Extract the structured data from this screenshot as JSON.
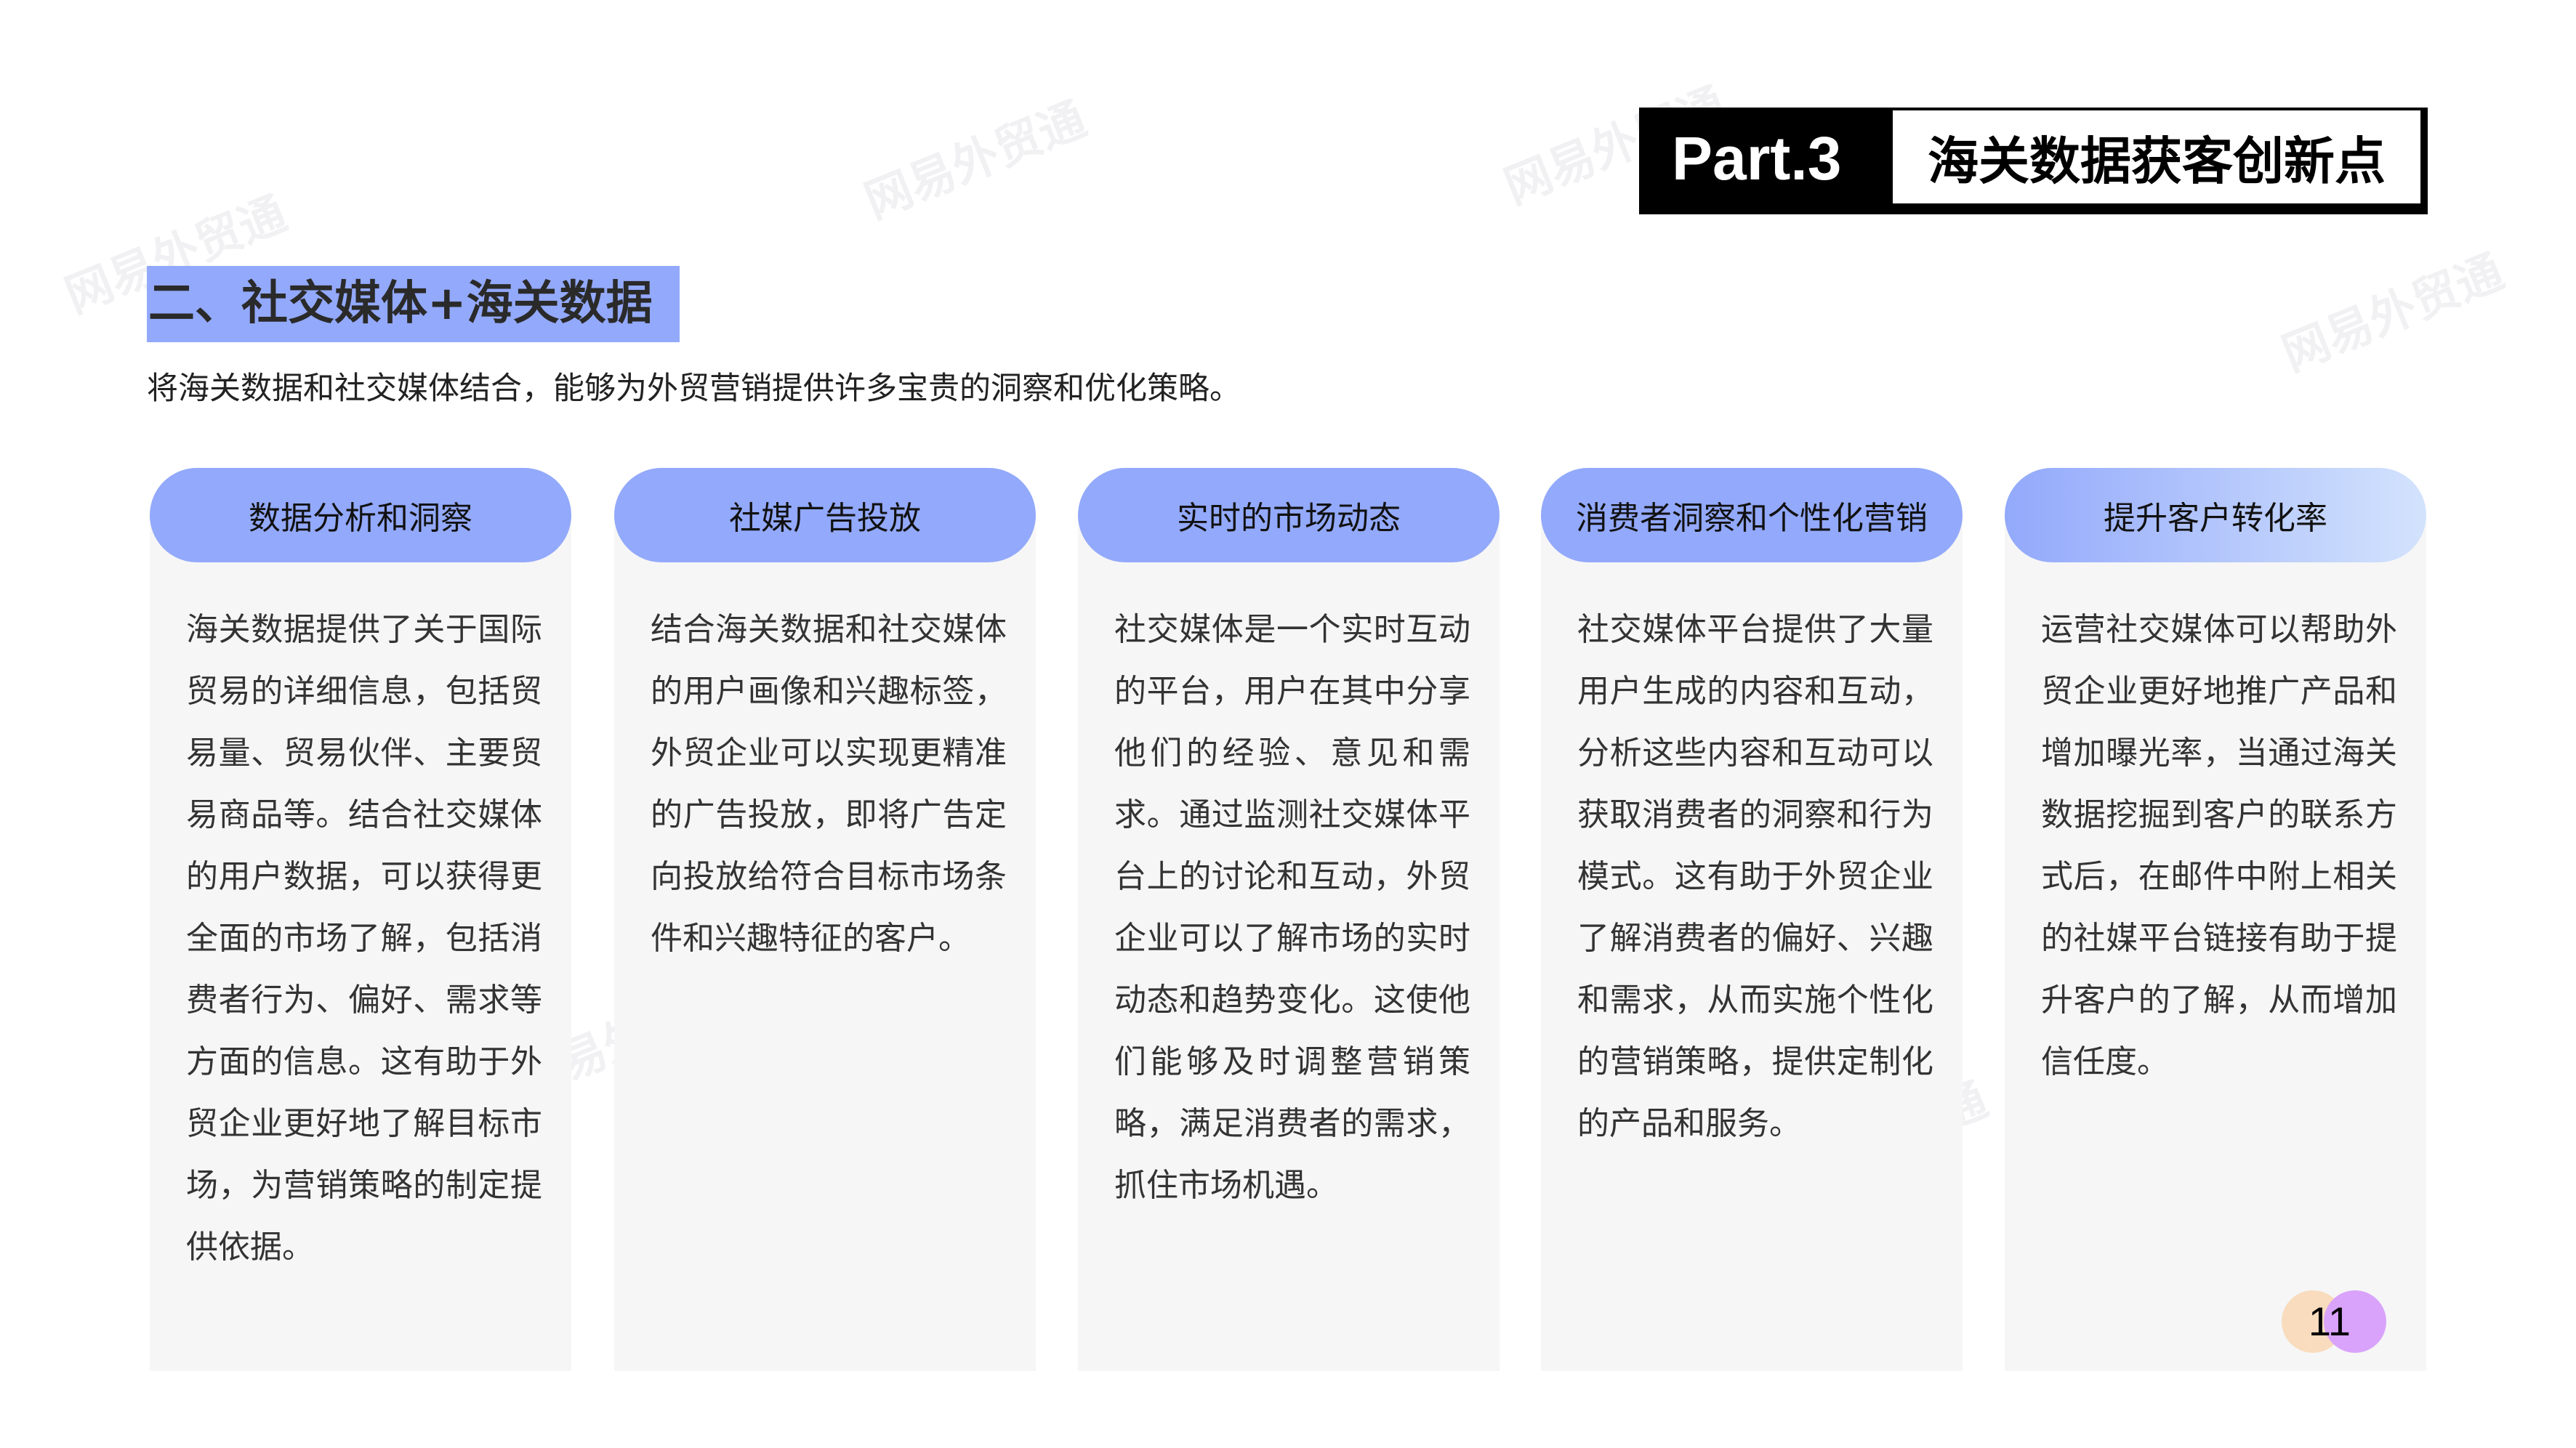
{
  "watermark": "网易外贸通",
  "header": {
    "part_label": "Part.3",
    "part_title": "海关数据获客创新点"
  },
  "section": {
    "title": "二、社交媒体+海关数据",
    "subtitle": "将海关数据和社交媒体结合，能够为外贸营销提供许多宝贵的洞察和优化策略。"
  },
  "cards": [
    {
      "title": "数据分析和洞察",
      "text": "海关数据提供了关于国际贸易的详细信息，包括贸易量、贸易伙伴、主要贸易商品等。结合社交媒体的用户数据，可以获得更全面的市场了解，包括消费者行为、偏好、需求等方面的信息。这有助于外贸企业更好地了解目标市场，为营销策略的制定提供依据。"
    },
    {
      "title": "社媒广告投放",
      "text": "结合海关数据和社交媒体的用户画像和兴趣标签，外贸企业可以实现更精准的广告投放，即将广告定向投放给符合目标市场条件和兴趣特征的客户。"
    },
    {
      "title": "实时的市场动态",
      "text": "社交媒体是一个实时互动的平台，用户在其中分享他们的经验、意见和需求。通过监测社交媒体平台上的讨论和互动，外贸企业可以了解市场的实时动态和趋势变化。这使他们能够及时调整营销策略，满足消费者的需求，抓住市场机遇。"
    },
    {
      "title": "消费者洞察和个性化营销",
      "text": "社交媒体平台提供了大量用户生成的内容和互动，分析这些内容和互动可以获取消费者的洞察和行为模式。这有助于外贸企业了解消费者的偏好、兴趣和需求，从而实施个性化的营销策略，提供定制化的产品和服务。"
    },
    {
      "title": "提升客户转化率",
      "text": "运营社交媒体可以帮助外贸企业更好地推广产品和增加曝光率，当通过海关数据挖掘到客户的联系方式后，在邮件中附上相关的社媒平台链接有助于提升客户的了解，从而增加信任度。"
    }
  ],
  "page_number": "11",
  "colors": {
    "accent": "#93a9fb",
    "card_bg": "#f6f6f6",
    "page_circle_left": "#f8dcbd",
    "page_circle_right": "#d9a3fb"
  }
}
